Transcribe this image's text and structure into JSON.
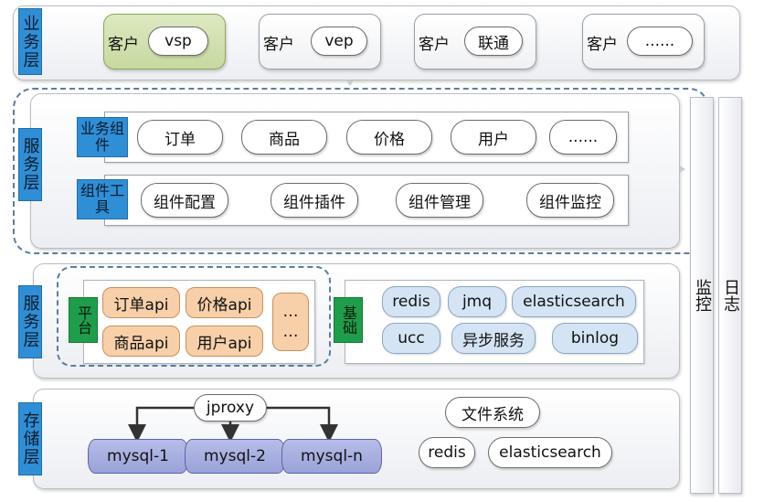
{
  "layers": {
    "business": "业务层",
    "service_top": "服务层",
    "service_bottom": "服务层",
    "storage": "存储层"
  },
  "business": {
    "customers": [
      {
        "prefix": "客户",
        "name": "vsp"
      },
      {
        "prefix": "客户",
        "name": "vep"
      },
      {
        "prefix": "客户",
        "name": "联通"
      },
      {
        "prefix": "客户",
        "name": "......"
      }
    ]
  },
  "service_top": {
    "business_components_label": "业务组件",
    "business_components": [
      "订单",
      "商品",
      "价格",
      "用户",
      "......"
    ],
    "component_tools_label": "组件工具",
    "component_tools": [
      "组件配置",
      "组件插件",
      "组件管理",
      "组件监控"
    ]
  },
  "service_bottom": {
    "platform_label": "平台",
    "platform_apis": [
      "订单api",
      "价格api",
      "商品api",
      "用户api"
    ],
    "platform_more": "…\n…",
    "base_label": "基础",
    "base_items": [
      "redis",
      "jmq",
      "elasticsearch",
      "ucc",
      "异步服务",
      "binlog"
    ]
  },
  "storage": {
    "proxy": "jproxy",
    "databases": [
      "mysql-1",
      "mysql-2",
      "mysql-n"
    ],
    "filesystem": "文件系统",
    "other": [
      "redis",
      "elasticsearch"
    ]
  },
  "sidebars": {
    "monitor": "监控",
    "log": "日志"
  }
}
